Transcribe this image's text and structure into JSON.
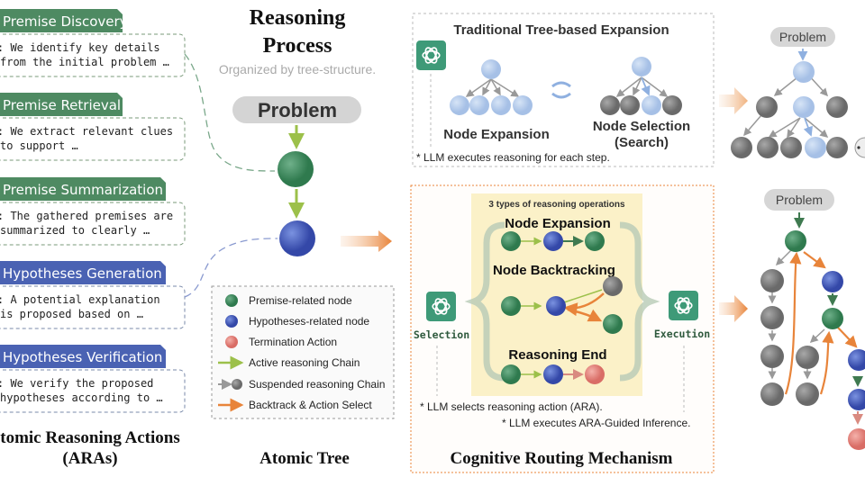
{
  "aras": {
    "items": [
      {
        "title": "Premise Discovery",
        "line1": ": We identify key details",
        "line2": "from the initial problem …",
        "kind": "premise"
      },
      {
        "title": "Premise Retrieval",
        "line1": ": We extract relevant clues",
        "line2": "to support …",
        "kind": "premise"
      },
      {
        "title": "Premise Summarization",
        "line1": ": The gathered premises are",
        "line2": "summarized to clearly …",
        "kind": "premise"
      },
      {
        "title": "Hypotheses Generation",
        "line1": ": A potential explanation",
        "line2": "is proposed based on …",
        "kind": "hypothesis"
      },
      {
        "title": "Hypotheses Verification",
        "line1": ": We verify the proposed",
        "line2": "hypotheses according to …",
        "kind": "hypothesis"
      }
    ],
    "caption_line1": "tomic Reasoning Actions",
    "caption_line2": "(ARAs)"
  },
  "atomic_tree": {
    "title_line1": "Reasoning",
    "title_line2": "Process",
    "subtitle": "Organized by tree-structure.",
    "problem": "Problem",
    "caption": "Atomic Tree",
    "legend": [
      {
        "label": "Premise-related node",
        "icon": "green-node"
      },
      {
        "label": "Hypotheses-related node",
        "icon": "blue-node"
      },
      {
        "label": "Termination Action",
        "icon": "red-node"
      },
      {
        "label": "Active reasoning Chain",
        "icon": "green-arrow"
      },
      {
        "label": "Suspended reasoning Chain",
        "icon": "gray-arrow-node"
      },
      {
        "label": "Backtrack & Action Select",
        "icon": "orange-arrow"
      }
    ]
  },
  "traditional": {
    "title": "Traditional Tree-based Expansion",
    "node_expansion": "Node Expansion",
    "node_selection_line1": "Node Selection",
    "node_selection_line2": "(Search)",
    "note": "* LLM executes reasoning for each step.",
    "problem": "Problem"
  },
  "routing": {
    "panel_title": "3 types of reasoning operations",
    "ops": [
      "Node Expansion",
      "Node Backtracking",
      "Reasoning End"
    ],
    "selection": "Selection",
    "execution": "Execution",
    "note1": "* LLM selects reasoning action (ARA).",
    "note2": "* LLM executes  ARA-Guided Inference.",
    "caption": "Cognitive Routing Mechanism",
    "problem": "Problem"
  },
  "colors": {
    "premise": "#3f8a5e",
    "hypothesis": "#4a62b3",
    "termination": "#e0817a",
    "suspended": "#8a8a8a",
    "orange": "#e8843a",
    "light_blue": "#b7cdea",
    "panel": "#fbf1c8",
    "gpt": "#3e9a78"
  }
}
